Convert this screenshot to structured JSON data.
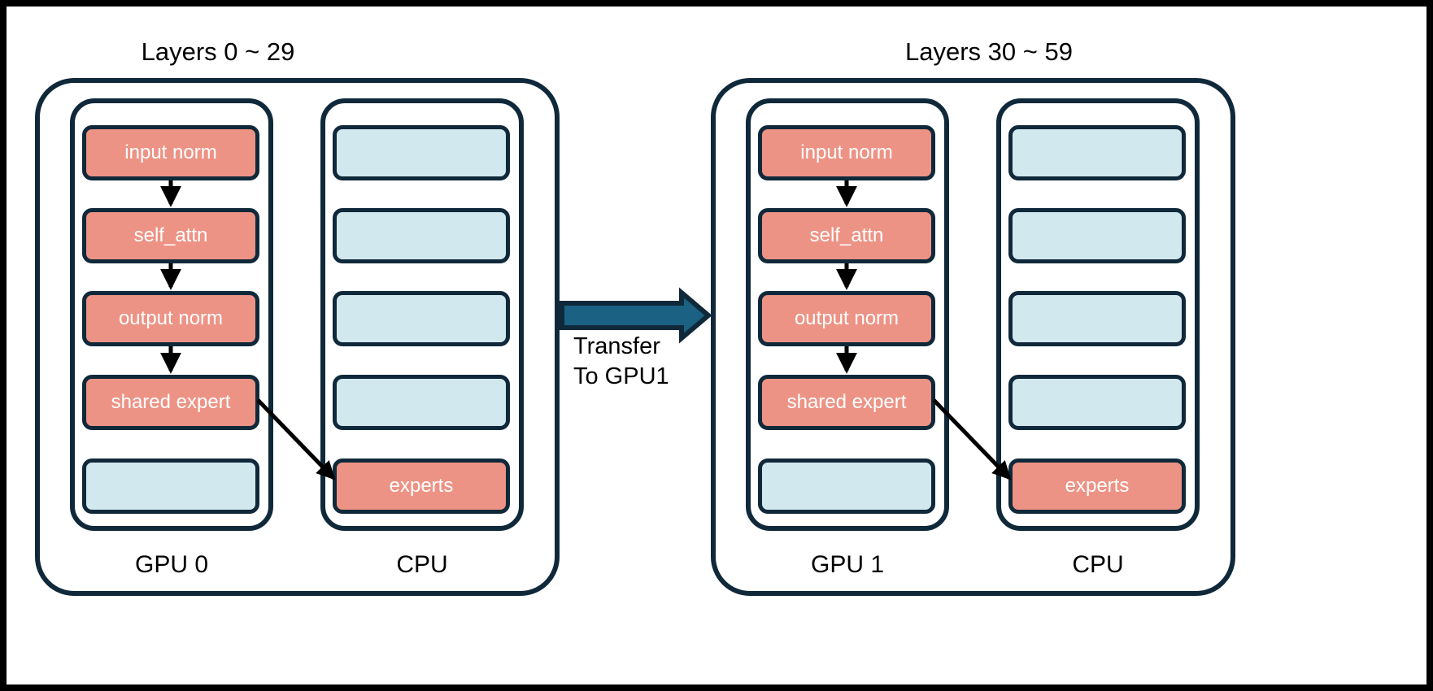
{
  "page": {
    "background": "#ffffff",
    "frame_color": "#000000"
  },
  "colors": {
    "outline": "#10293a",
    "salmon": "#ed9385",
    "light_blue": "#d2e8ef",
    "transfer_arrow_fill": "#1b6183",
    "transfer_arrow_stroke": "#10293a",
    "text_on_node": "#ffffff",
    "text_plain": "#000000"
  },
  "groups": [
    {
      "title": "Layers 0 ~ 29",
      "gpu": {
        "label": "GPU 0",
        "nodes": [
          {
            "label": "input norm",
            "color": "salmon"
          },
          {
            "label": "self_attn",
            "color": "salmon"
          },
          {
            "label": "output norm",
            "color": "salmon"
          },
          {
            "label": "shared expert",
            "color": "salmon"
          },
          {
            "label": "",
            "color": "blue"
          }
        ]
      },
      "cpu": {
        "label": "CPU",
        "nodes": [
          {
            "label": "",
            "color": "blue"
          },
          {
            "label": "",
            "color": "blue"
          },
          {
            "label": "",
            "color": "blue"
          },
          {
            "label": "",
            "color": "blue"
          },
          {
            "label": "experts",
            "color": "salmon"
          }
        ]
      }
    },
    {
      "title": "Layers 30 ~ 59",
      "gpu": {
        "label": "GPU 1",
        "nodes": [
          {
            "label": "input norm",
            "color": "salmon"
          },
          {
            "label": "self_attn",
            "color": "salmon"
          },
          {
            "label": "output norm",
            "color": "salmon"
          },
          {
            "label": "shared expert",
            "color": "salmon"
          },
          {
            "label": "",
            "color": "blue"
          }
        ]
      },
      "cpu": {
        "label": "CPU",
        "nodes": [
          {
            "label": "",
            "color": "blue"
          },
          {
            "label": "",
            "color": "blue"
          },
          {
            "label": "",
            "color": "blue"
          },
          {
            "label": "",
            "color": "blue"
          },
          {
            "label": "experts",
            "color": "salmon"
          }
        ]
      }
    }
  ],
  "transfer": {
    "line1": "Transfer",
    "line2": "To GPU1"
  }
}
